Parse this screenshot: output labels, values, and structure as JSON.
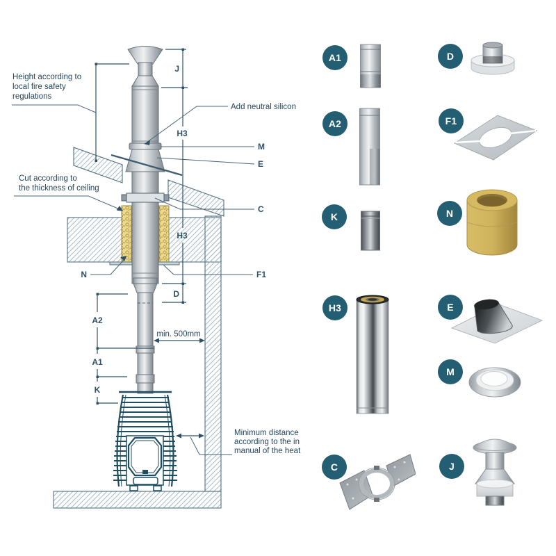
{
  "diagram": {
    "annotations": {
      "height": [
        "Height according to",
        "local fire safety",
        "regulations"
      ],
      "cut": [
        "Cut according to",
        "the thickness of ceiling"
      ],
      "silicon": "Add neutral silicon",
      "min_clearance": "min. 500mm",
      "min_distance": [
        "Minimum distance",
        "according to the in",
        "manual of the heat"
      ]
    },
    "dim_labels": {
      "j": "J",
      "h3_upper": "H3",
      "m": "M",
      "e": "E",
      "c": "C",
      "h3_lower": "H3",
      "n": "N",
      "f1": "F1",
      "d": "D",
      "a2": "A2",
      "a1": "A1",
      "k": "K"
    }
  },
  "parts": {
    "a1": {
      "id": "A1",
      "icon": "single-wall-pipe-short"
    },
    "a2": {
      "id": "A2",
      "icon": "single-wall-pipe-long"
    },
    "k": {
      "id": "K",
      "icon": "connector-pipe"
    },
    "h3": {
      "id": "H3",
      "icon": "insulated-pipe"
    },
    "c": {
      "id": "C",
      "icon": "wall-support-bracket"
    },
    "d": {
      "id": "D",
      "icon": "transition-adapter"
    },
    "f1": {
      "id": "F1",
      "icon": "ceiling-cover-plate"
    },
    "n": {
      "id": "N",
      "icon": "insulation-sleeve"
    },
    "e": {
      "id": "E",
      "icon": "roof-flashing"
    },
    "m": {
      "id": "M",
      "icon": "storm-collar"
    },
    "j": {
      "id": "J",
      "icon": "chimney-cowl"
    }
  },
  "colors": {
    "badge": "#235E73",
    "dimension_line": "#2E5168",
    "stove_line": "#1F4E63",
    "insulation": "#EDD98E"
  }
}
